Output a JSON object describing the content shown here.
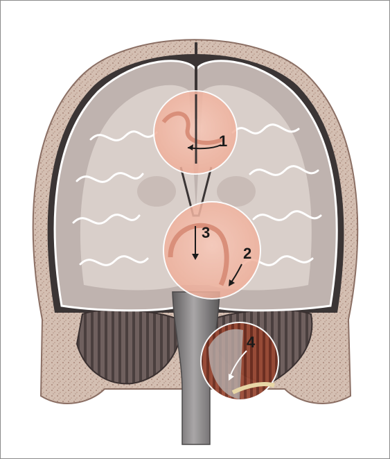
{
  "figure": {
    "markers": [
      {
        "id": "1",
        "label": "1"
      },
      {
        "id": "2",
        "label": "2"
      },
      {
        "id": "3",
        "label": "3"
      },
      {
        "id": "4",
        "label": "4"
      }
    ]
  },
  "colors": {
    "skull_bone": "#cfb8ab",
    "skull_speckle": "#a8877a",
    "dura_dark": "#3b3535",
    "cortex_gray": "#bfb3af",
    "white_matter": "#d9cfca",
    "herniation_pink": "#f1b8a6",
    "cerebellum": "#6f605e",
    "brainstem": "#8e8b8c",
    "cerebellum_highlight": "#9a4a35"
  }
}
